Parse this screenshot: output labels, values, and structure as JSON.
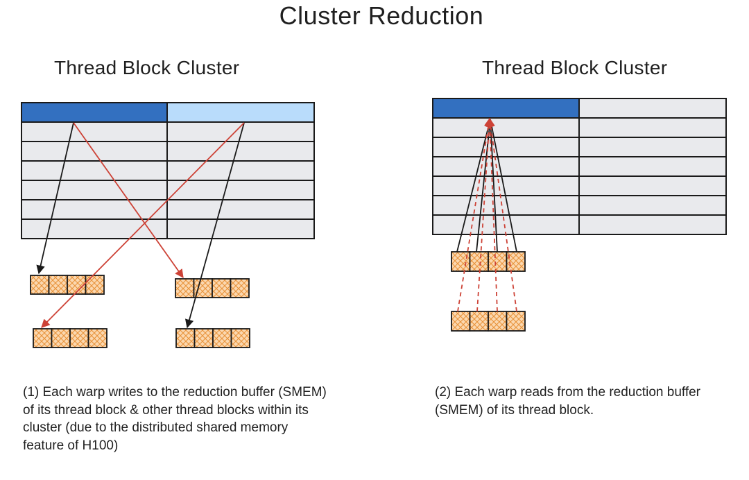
{
  "title": "Cluster Reduction",
  "left_panel": {
    "title": "Thread Block Cluster",
    "caption": "(1) Each warp writes to the reduction buffer (SMEM) of  its thread block & other thread blocks within its cluster (due to the distributed shared memory feature of H100)"
  },
  "right_panel": {
    "title": "Thread Block Cluster",
    "caption": "(2) Each warp reads from the reduction buffer (SMEM) of  its thread block."
  },
  "colors": {
    "header_dark_blue": "#3370c0",
    "header_light_blue": "#b9dcfb",
    "row_fill": "#e9eaed",
    "buffer_fill": "#fbd8b0",
    "buffer_hatch": "#e8923a",
    "arrow_red": "#cd4236",
    "arrow_black": "#1a1a1a"
  }
}
